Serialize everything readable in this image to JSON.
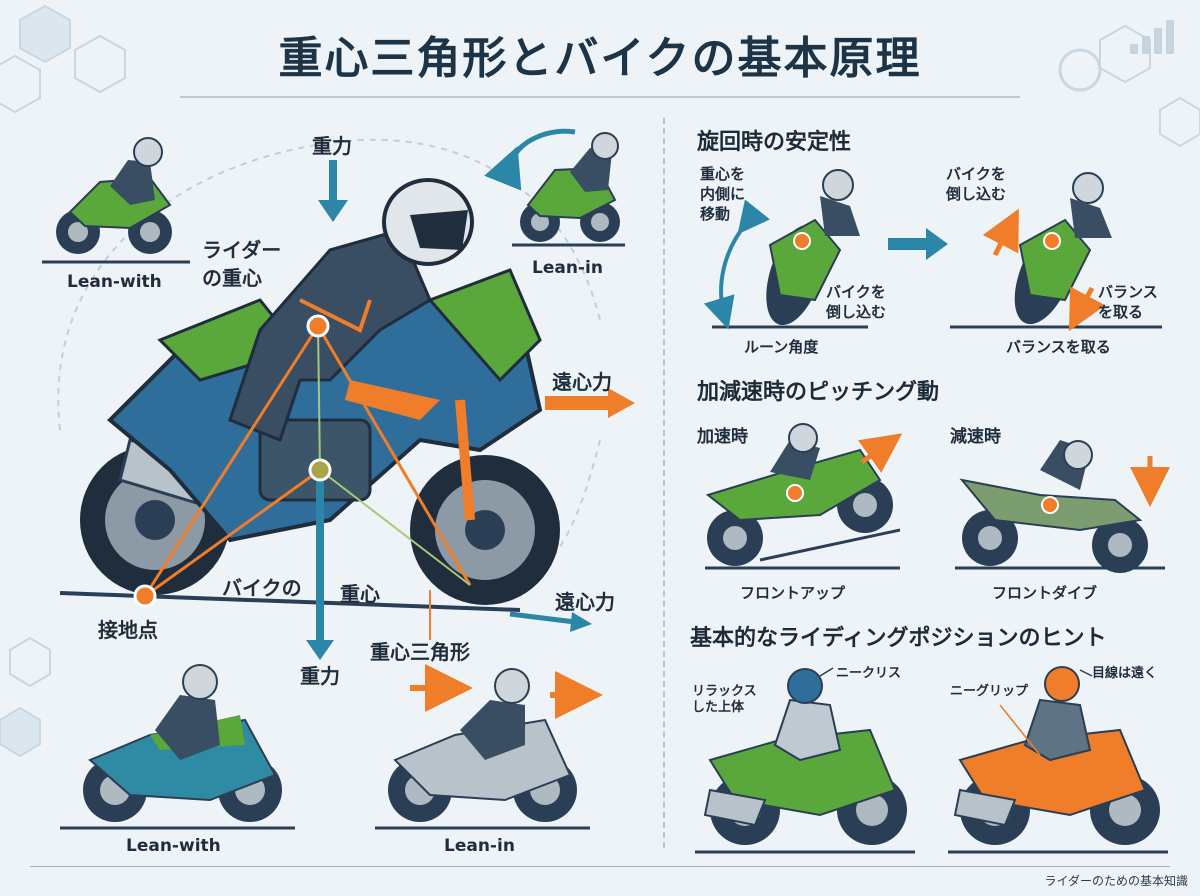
{
  "title": "重心三角形とバイクの基本原理",
  "footer": "ライダーのための基本知識",
  "colors": {
    "orange": "#ef7d2a",
    "teal": "#2b86a8",
    "green": "#5aa83c",
    "navy": "#2a3f55",
    "bike_blue": "#2f6e9a"
  },
  "main_diagram": {
    "gravity_top": "重力",
    "gravity_bottom": "重力",
    "rider_cog": "ライダー\nの重心",
    "bike_cog_a": "バイクの",
    "bike_cog_b": "重心",
    "contact_point": "接地点",
    "centrifugal_1": "遠心力",
    "centrifugal_2": "遠心力",
    "cog_triangle": "重心三角形",
    "lean_with_top": "Lean-with",
    "lean_in_top": "Lean-in",
    "lean_with_bottom": "Lean-with",
    "lean_in_bottom": "Lean-in"
  },
  "turn_section": {
    "heading": "旋回時の安定性",
    "move_cog": "重心を\n内側に\n移動",
    "lean_bike_1": "バイクを\n倒し込む",
    "lean_bike_2": "バイクを\n倒し込む",
    "balance_1": "バランス\nを取る",
    "lean_angle": "ルーン角度",
    "balance_2": "バランスを取る"
  },
  "pitch_section": {
    "heading": "加減速時のピッチング動",
    "accel": "加速時",
    "decel": "減速時",
    "front_up": "フロントアップ",
    "front_dive": "フロントダイブ"
  },
  "position_section": {
    "heading": "基本的なライディングポジションのヒント",
    "knee_grip_1": "ニークリス",
    "relaxed": "リラックス\nした上体",
    "eyes_far": "目線は遠く",
    "knee_grip_2": "ニーグリップ"
  }
}
